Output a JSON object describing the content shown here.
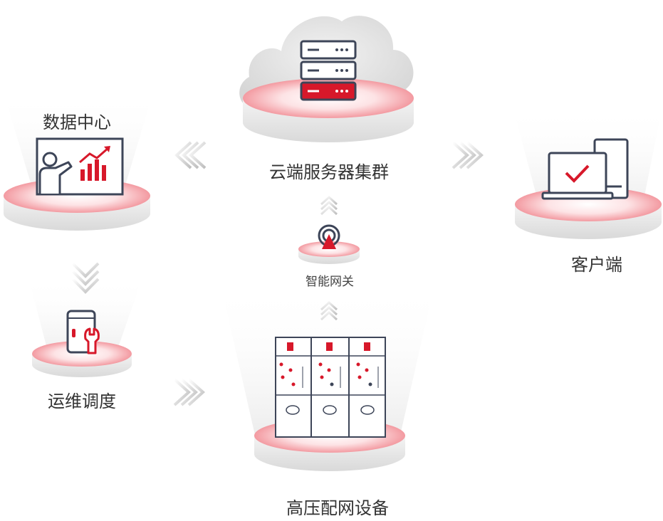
{
  "nodes": {
    "cloud_cluster": "云端服务器集群",
    "data_center": "数据中心",
    "client": "客户端",
    "gateway": "智能网关",
    "ops_dispatch": "运维调度",
    "hv_equipment": "高压配网设备"
  },
  "colors": {
    "accent_red": "#d7182a",
    "outline_navy": "#3d4558",
    "platform_glow": "#f6a7ad",
    "arrow_gray": "#c8c8c8"
  }
}
